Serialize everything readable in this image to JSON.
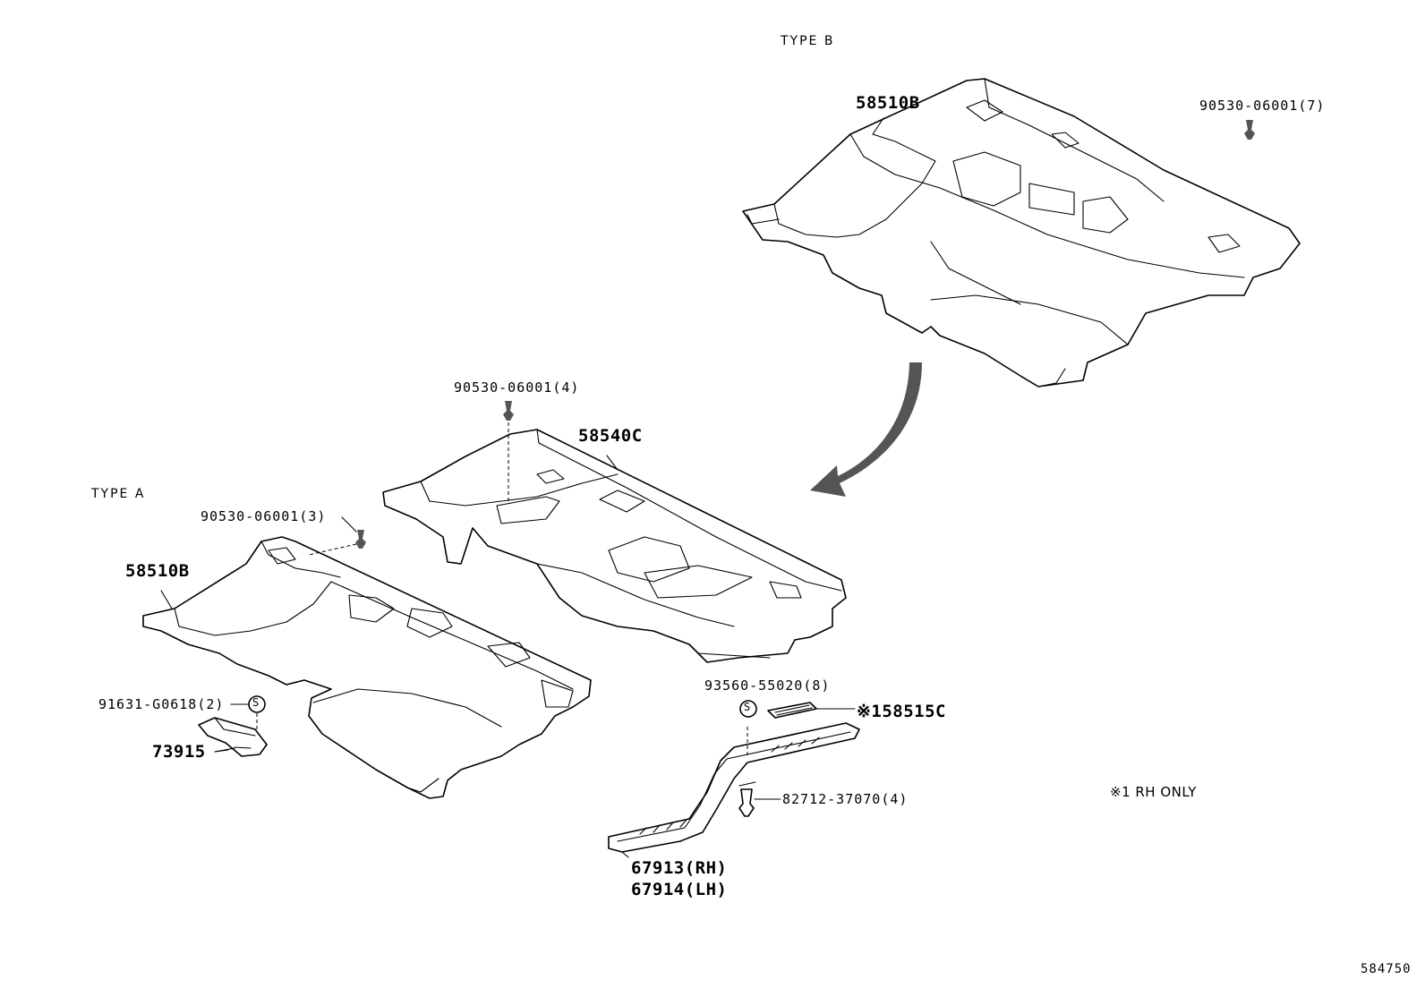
{
  "labels": {
    "type_b": "TYPE B",
    "type_a": "TYPE A",
    "part_58510b_type_b": "58510B",
    "part_90530_7": "90530-06001(7)",
    "part_90530_4": "90530-06001(4)",
    "part_58540c": "58540C",
    "part_90530_3": "90530-06001(3)",
    "part_58510b_type_a": "58510B",
    "part_91631": "91631-G0618(2)",
    "part_73915": "73915",
    "part_93560": "93560-55020(8)",
    "part_58515c": "※158515C",
    "part_82712": "82712-37070(4)",
    "part_67913": "67913(RH)",
    "part_67914": "67914(LH)",
    "note_rh_only": "※1 RH ONLY",
    "diagram_id": "584750",
    "seal_symbol": "S"
  },
  "colors": {
    "line": "#000000",
    "background": "#ffffff"
  }
}
